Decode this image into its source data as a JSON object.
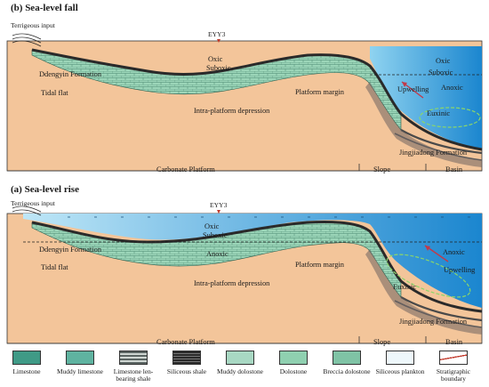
{
  "panel_b": {
    "title": "(b) Sea-level fall",
    "terrigenous": "Terrigeous input",
    "well": "EYY3",
    "formation_left": "Ddengyin Formation",
    "tidal_flat": "Tidal flat",
    "intra_depression": "Intra-platform depression",
    "platform_margin": "Platform margin",
    "oxic": "Oxic",
    "suboxic_left": "Suboxic",
    "oxic_right": "Oxic",
    "suboxic_right": "Suboxic",
    "anoxic": "Anoxic",
    "upwelling": "Upwelling",
    "euxinic": "Euxinic",
    "formation_right": "Jingjiadong Formation",
    "carbonate_platform": "Carbonate Platform",
    "slope": "Slope",
    "basin": "Basin"
  },
  "panel_a": {
    "title": "(a) Sea-level rise",
    "terrigenous": "Terrigeous input",
    "well": "EYY3",
    "oxic": "Oxic",
    "suboxic": "Suboxic",
    "formation_left": "Ddengyin Formation",
    "anoxic_left": "Anoxic",
    "tidal_flat": "Tidal flat",
    "platform_margin": "Platform margin",
    "intra_depression": "Intra-platform depression",
    "anoxic_right": "Anoxic",
    "upwelling": "Upwelling",
    "euxinic": "Euxinic",
    "formation_right": "Jingjiadong Formation",
    "carbonate_platform": "Carbonate Platform",
    "slope": "Slope",
    "basin": "Basin"
  },
  "legend": [
    {
      "id": "limestone",
      "label": "Limestone",
      "color": "#3f9a86"
    },
    {
      "id": "muddy-limestone",
      "label": "Muddy limestone",
      "color": "#5fb3a0"
    },
    {
      "id": "limestone-lens-shale",
      "label": "Limestone len-bearing shale",
      "color": "#5b6563"
    },
    {
      "id": "siliceous-shale",
      "label": "Siliceous shale",
      "color": "#2a2a2a"
    },
    {
      "id": "muddy-dolostone",
      "label": "Muddy dolostone",
      "color": "#a8d8c3"
    },
    {
      "id": "dolostone",
      "label": "Dolostone",
      "color": "#8fd0b0"
    },
    {
      "id": "breccia-dolostone",
      "label": "Breccia dolostone",
      "color": "#7fc3a5"
    },
    {
      "id": "siliceous-plankton",
      "label": "Siliceous plankton",
      "color": "#eef7fb"
    },
    {
      "id": "stratigraphic-boundary",
      "label": "Stratigraphic boundary",
      "color": "#ffffff"
    }
  ]
}
